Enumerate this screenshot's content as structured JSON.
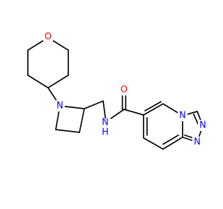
{
  "molecule": {
    "atoms": {
      "o_pyran": {
        "text": "O",
        "color": "#ff0000"
      },
      "n_azetidine": {
        "text": "N",
        "color": "#0000ff"
      },
      "o_carbonyl": {
        "text": "O",
        "color": "#ff0000"
      },
      "n_amide": {
        "text": "N",
        "color": "#0000ff"
      },
      "h_amide": {
        "text": "H",
        "color": "#0000ff"
      },
      "n_bridgehead": {
        "text": "N",
        "color": "#0000ff"
      },
      "n_triazole_1": {
        "text": "N",
        "color": "#0000ff"
      },
      "n_triazole_2": {
        "text": "N",
        "color": "#0000ff"
      }
    }
  }
}
